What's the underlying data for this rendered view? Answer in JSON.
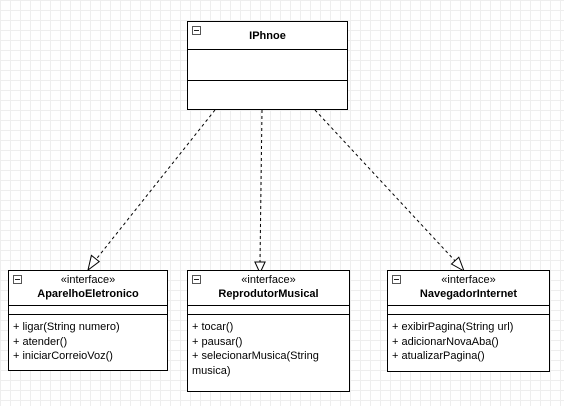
{
  "diagram": {
    "main_class": {
      "name": "IPhnoe"
    },
    "interfaces": [
      {
        "stereotype": "«interface»",
        "name": "AparelhoEletronico",
        "operations": [
          "+ ligar(String numero)",
          "+ atender()",
          "+ iniciarCorreioVoz()"
        ]
      },
      {
        "stereotype": "«interface»",
        "name": "ReprodutorMusical",
        "operations": [
          "+ tocar()",
          "+ pausar()",
          "+ selecionarMusica(String",
          "musica)"
        ]
      },
      {
        "stereotype": "«interface»",
        "name": "NavegadorInternet",
        "operations": [
          "+ exibirPagina(String url)",
          "+ adicionarNovaAba()",
          "+ atualizarPagina()"
        ]
      }
    ],
    "relations": [
      {
        "from": "IPhnoe",
        "to": "AparelhoEletronico",
        "type": "realization"
      },
      {
        "from": "IPhnoe",
        "to": "ReprodutorMusical",
        "type": "realization"
      },
      {
        "from": "IPhnoe",
        "to": "NavegadorInternet",
        "type": "realization"
      }
    ],
    "colors": {
      "background": "#ffffff",
      "grid": "#eeeeee",
      "stroke": "#000000"
    }
  }
}
